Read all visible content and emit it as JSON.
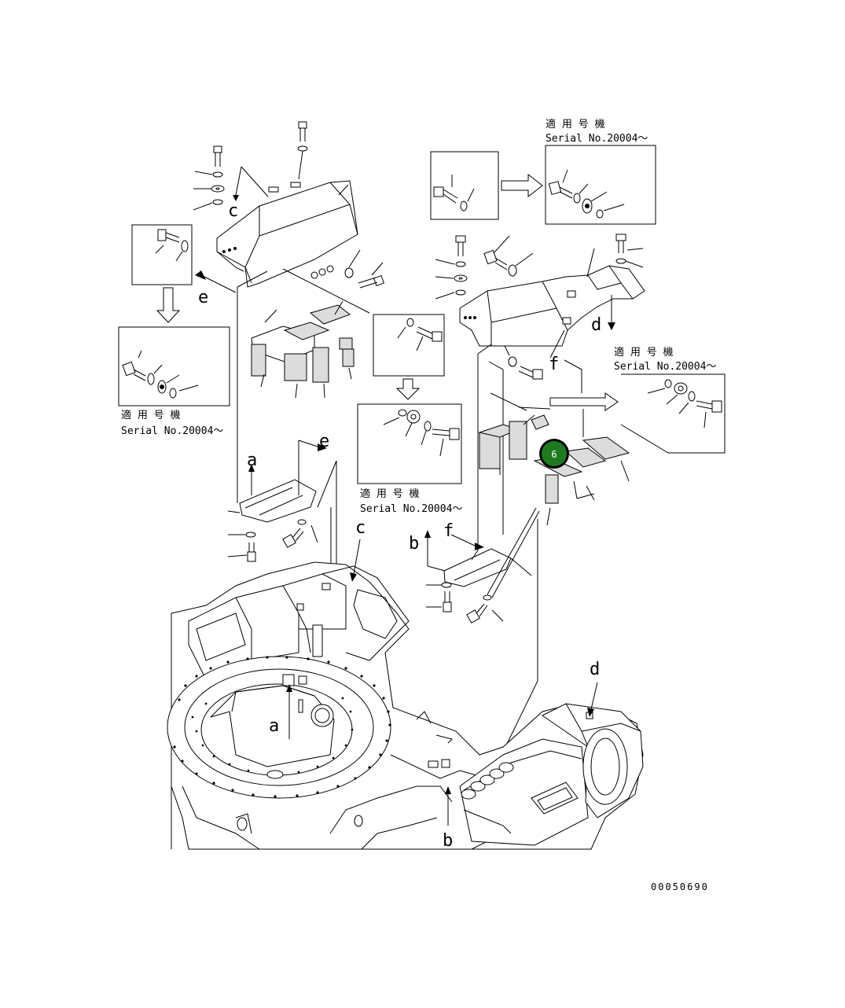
{
  "diagram": {
    "serial_notes": [
      {
        "line1": "適 用 号 機",
        "line2": "Serial No.20004～"
      },
      {
        "line1": "適 用 号 機",
        "line2": "Serial No.20004～"
      },
      {
        "line1": "適 用 号 機",
        "line2": "Serial No.20004～"
      },
      {
        "line1": "適 用 号 機",
        "line2": "Serial No.20004～"
      }
    ],
    "letter_labels": {
      "c_top": "c",
      "e_left": "e",
      "e_mid": "e",
      "a_mid": "a",
      "c_body": "c",
      "b_mid": "b",
      "f_mid": "f",
      "f_upper": "f",
      "d_upper": "d",
      "d_body": "d",
      "a_body": "a",
      "b_body": "b"
    },
    "callout": {
      "number": "6",
      "color": "#1f7a1f"
    },
    "drawing_number": "00050690"
  }
}
